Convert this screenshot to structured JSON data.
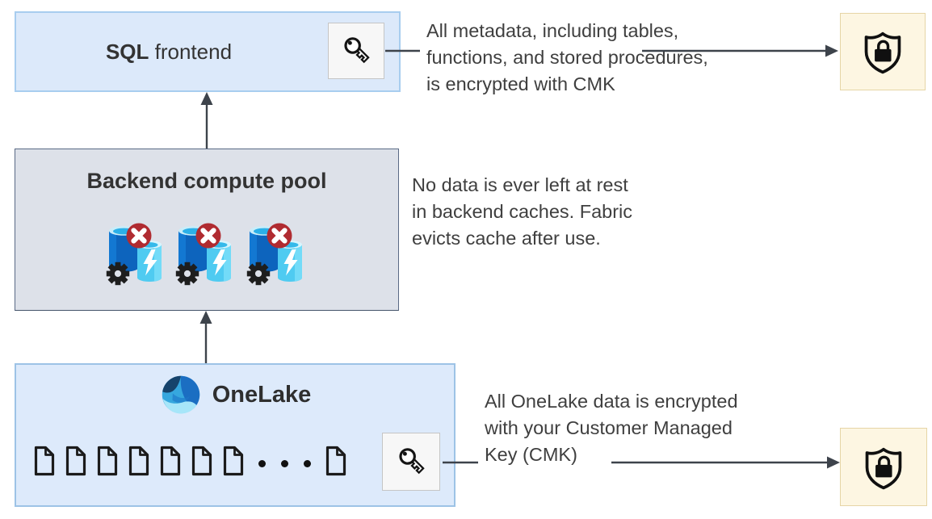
{
  "sql_frontend": {
    "label_bold": "SQL",
    "label_regular": " frontend"
  },
  "backend": {
    "title": "Backend compute pool"
  },
  "onelake": {
    "title": "OneLake"
  },
  "annotations": {
    "metadata": [
      "All metadata, including tables,",
      "functions, and stored procedures,",
      "is encrypted with CMK"
    ],
    "cache": [
      "No data is ever left at rest",
      "in backend caches. Fabric",
      "evicts cache after use."
    ],
    "onelake_cmk": [
      "All OneLake data is encrypted",
      "with your Customer Managed",
      "Key (CMK)"
    ]
  },
  "icons": {
    "key": "key-icon",
    "shield_lock": "shield-lock-icon",
    "document": "document-icon",
    "database_compute": "database-compute-icon",
    "error_badge": "error-x-badge-icon",
    "gear": "gear-icon",
    "lightning": "lightning-bolt-icon",
    "onelake_logo": "onelake-logo",
    "ellipsis": "ellipsis-dots"
  },
  "counts": {
    "documents_visible": 8,
    "ellipsis_dots": 3,
    "compute_nodes": 3
  },
  "colors": {
    "sql_box_bg": "#dce9fa",
    "sql_box_border": "#a8cdef",
    "backend_box_bg": "#dde1e9",
    "backend_box_border": "#44546a",
    "onelake_box_bg": "#ddeafb",
    "onelake_box_border": "#9dc3e6",
    "key_chip_bg": "#f7f7f7",
    "key_chip_border": "#c5c5c5",
    "shield_box_bg": "#fdf6e2",
    "shield_box_border": "#e6d5a6",
    "arrow": "#3d434b",
    "text": "#3f3f3f",
    "db_blue": "#0d64bd",
    "db_cyan": "#4fcbf1",
    "error_red": "#b02b31"
  }
}
